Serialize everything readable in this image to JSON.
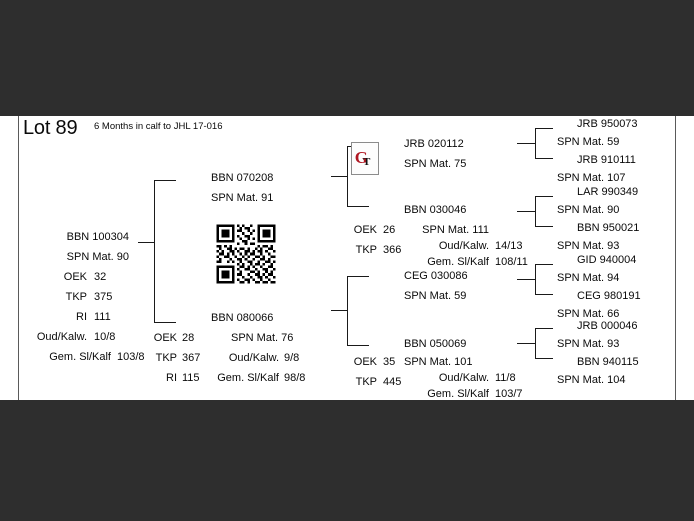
{
  "document": {
    "lot_title": "Lot 89",
    "note": "6 Months in calf to JHL 17-016"
  },
  "labels": {
    "oek": "OEK",
    "tkp": "TKP",
    "ri": "RI",
    "oud_kalw": "Oud/Kalw.",
    "gem_sl_kalf": "Gem. Sl/Kalf"
  },
  "subject": {
    "id": "BBN 100304",
    "spn": "SPN Mat. 90",
    "oek": "32",
    "tkp": "375",
    "ri": "111",
    "oud_kalw": "10/8",
    "gem_sl_kalf": "103/8"
  },
  "sire": {
    "id": "BBN 070208",
    "spn": "SPN Mat. 91"
  },
  "dam": {
    "id": "BBN 080066",
    "spn": "SPN Mat. 76",
    "oek": "28",
    "tkp": "367",
    "ri": "115",
    "oud_kalw": "9/8",
    "gem_sl_kalf": "98/8"
  },
  "gen3": [
    {
      "id": "JRB 020112",
      "spn": "SPN Mat. 75"
    },
    {
      "id": "BBN 030046",
      "spn": "SPN Mat. 111",
      "oek": "26",
      "tkp": "366",
      "oud_kalw": "14/13",
      "gem_sl_kalf": "108/11"
    },
    {
      "id": "CEG 030086",
      "spn": "SPN Mat. 59"
    },
    {
      "id": "BBN 050069",
      "spn": "SPN Mat. 101",
      "oek": "35",
      "tkp": "445",
      "oud_kalw": "11/8",
      "gem_sl_kalf": "103/7"
    }
  ],
  "gen4": [
    {
      "top_id": "JRB 950073",
      "spn_upper": "SPN Mat. 59",
      "bottom_id": "JRB 910111",
      "spn_lower": "SPN Mat. 107"
    },
    {
      "top_id": "LAR 990349",
      "spn_upper": "SPN Mat. 90",
      "bottom_id": "BBN 950021",
      "spn_lower": "SPN Mat. 93"
    },
    {
      "top_id": "GID 940004",
      "spn_upper": "SPN Mat. 94",
      "bottom_id": "CEG 980191",
      "spn_lower": "SPN Mat. 66"
    },
    {
      "top_id": "JRB 000046",
      "spn_upper": "SPN Mat. 93",
      "bottom_id": "BBN 940115",
      "spn_lower": "SPN Mat. 104"
    }
  ],
  "logo": {
    "letter_primary": "G",
    "letter_secondary": "T"
  },
  "colors": {
    "letterbox": "#2e2e2e",
    "page": "#ffffff",
    "text": "#0a0a0a",
    "line": "#1a1a1a",
    "logo_red": "#b01722"
  }
}
